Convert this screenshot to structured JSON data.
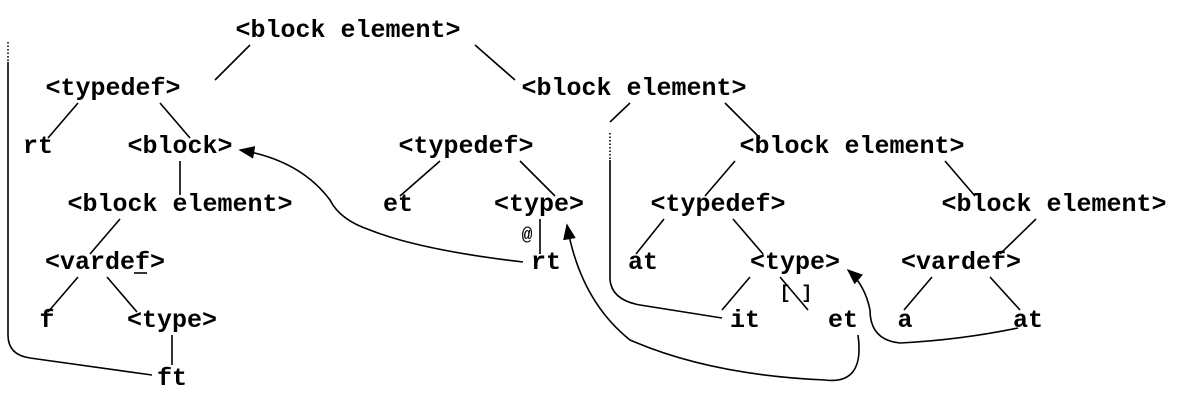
{
  "nodes": {
    "root": "<block element>",
    "typedef1": "<typedef>",
    "be2": "<block element>",
    "rt1": "rt",
    "block1": "<block>",
    "typedef2": "<typedef>",
    "be3": "<block element>",
    "be1": "<block element>",
    "et1": "et",
    "type2": "<type>",
    "typedef3": "<typedef>",
    "be4": "<block element>",
    "vardef1": "<vardef>",
    "at_sym": "@",
    "rt2": "rt",
    "at1": "at",
    "type3": "<type>",
    "vardef2": "<vardef>",
    "f": "f",
    "type1": "<type>",
    "brackets": "[ ]",
    "it": "it",
    "et2": "et",
    "a": "a",
    "at2": "at",
    "ft": "ft"
  }
}
